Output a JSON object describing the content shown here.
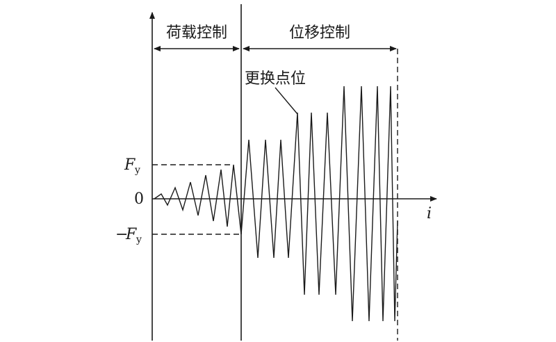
{
  "labels": {
    "load_control": "荷载控制",
    "displacement_control": "位移控制",
    "change_point": "更换点位",
    "fy_pos_symbol": "F",
    "fy_pos_sub": "y",
    "fy_neg_sign": "−",
    "fy_neg_symbol": "F",
    "fy_neg_sub": "y",
    "zero": "0",
    "x_axis": "i"
  },
  "colors": {
    "line": "#1a1a1a",
    "background": "#ffffff"
  }
}
